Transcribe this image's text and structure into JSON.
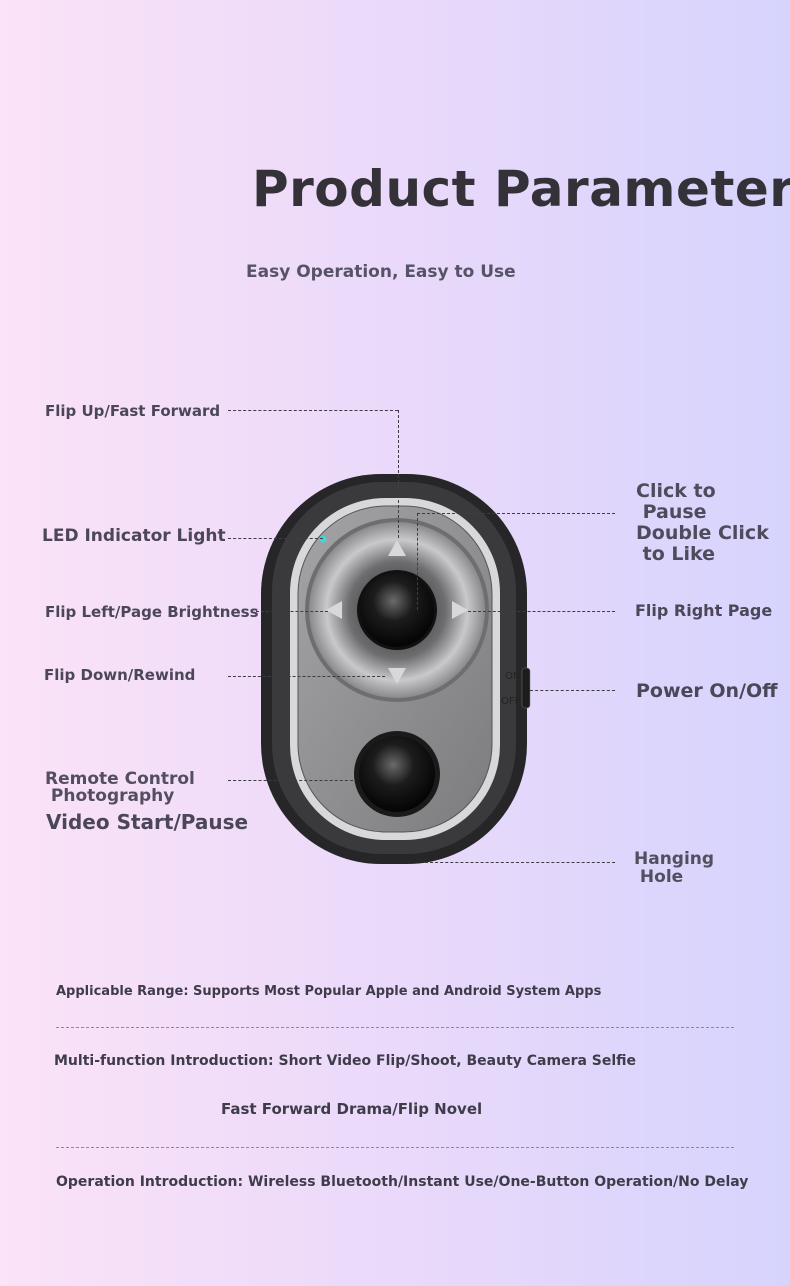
{
  "header": {
    "title": "Product Parameters",
    "subtitle": "Easy Operation, Easy to Use"
  },
  "labels": {
    "flip_up": "Flip Up/Fast Forward",
    "led": "LED Indicator Light",
    "flip_left": "Flip Left/Page Brightness",
    "flip_down": "Flip Down/Rewind",
    "remote": "Remote Control\n Photography",
    "video": "Video Start/Pause",
    "click_pause": "Click to\n Pause\nDouble Click\n to Like",
    "flip_right": "Flip Right Page",
    "power": "Power On/Off",
    "hanging": "Hanging\n Hole"
  },
  "switch": {
    "on": "ON",
    "off": "OFF"
  },
  "info": {
    "range": "Applicable Range: Supports Most Popular Apple and Android System Apps",
    "multi": "Multi-function Introduction: Short Video Flip/Shoot, Beauty Camera Selfie",
    "multi_cont": "Fast Forward Drama/Flip Novel",
    "operation": "Operation Introduction: Wireless Bluetooth/Instant Use/One-Button Operation/No Delay"
  },
  "colors": {
    "bg_left": "#fbe3f8",
    "bg_right": "#d6d4fd",
    "led": "#3fd8d8",
    "device_shell": "#2a2a2c",
    "device_face": "#8e8e90"
  },
  "icons": [
    "arrow-up-icon",
    "arrow-down-icon",
    "arrow-left-icon",
    "arrow-right-icon"
  ]
}
